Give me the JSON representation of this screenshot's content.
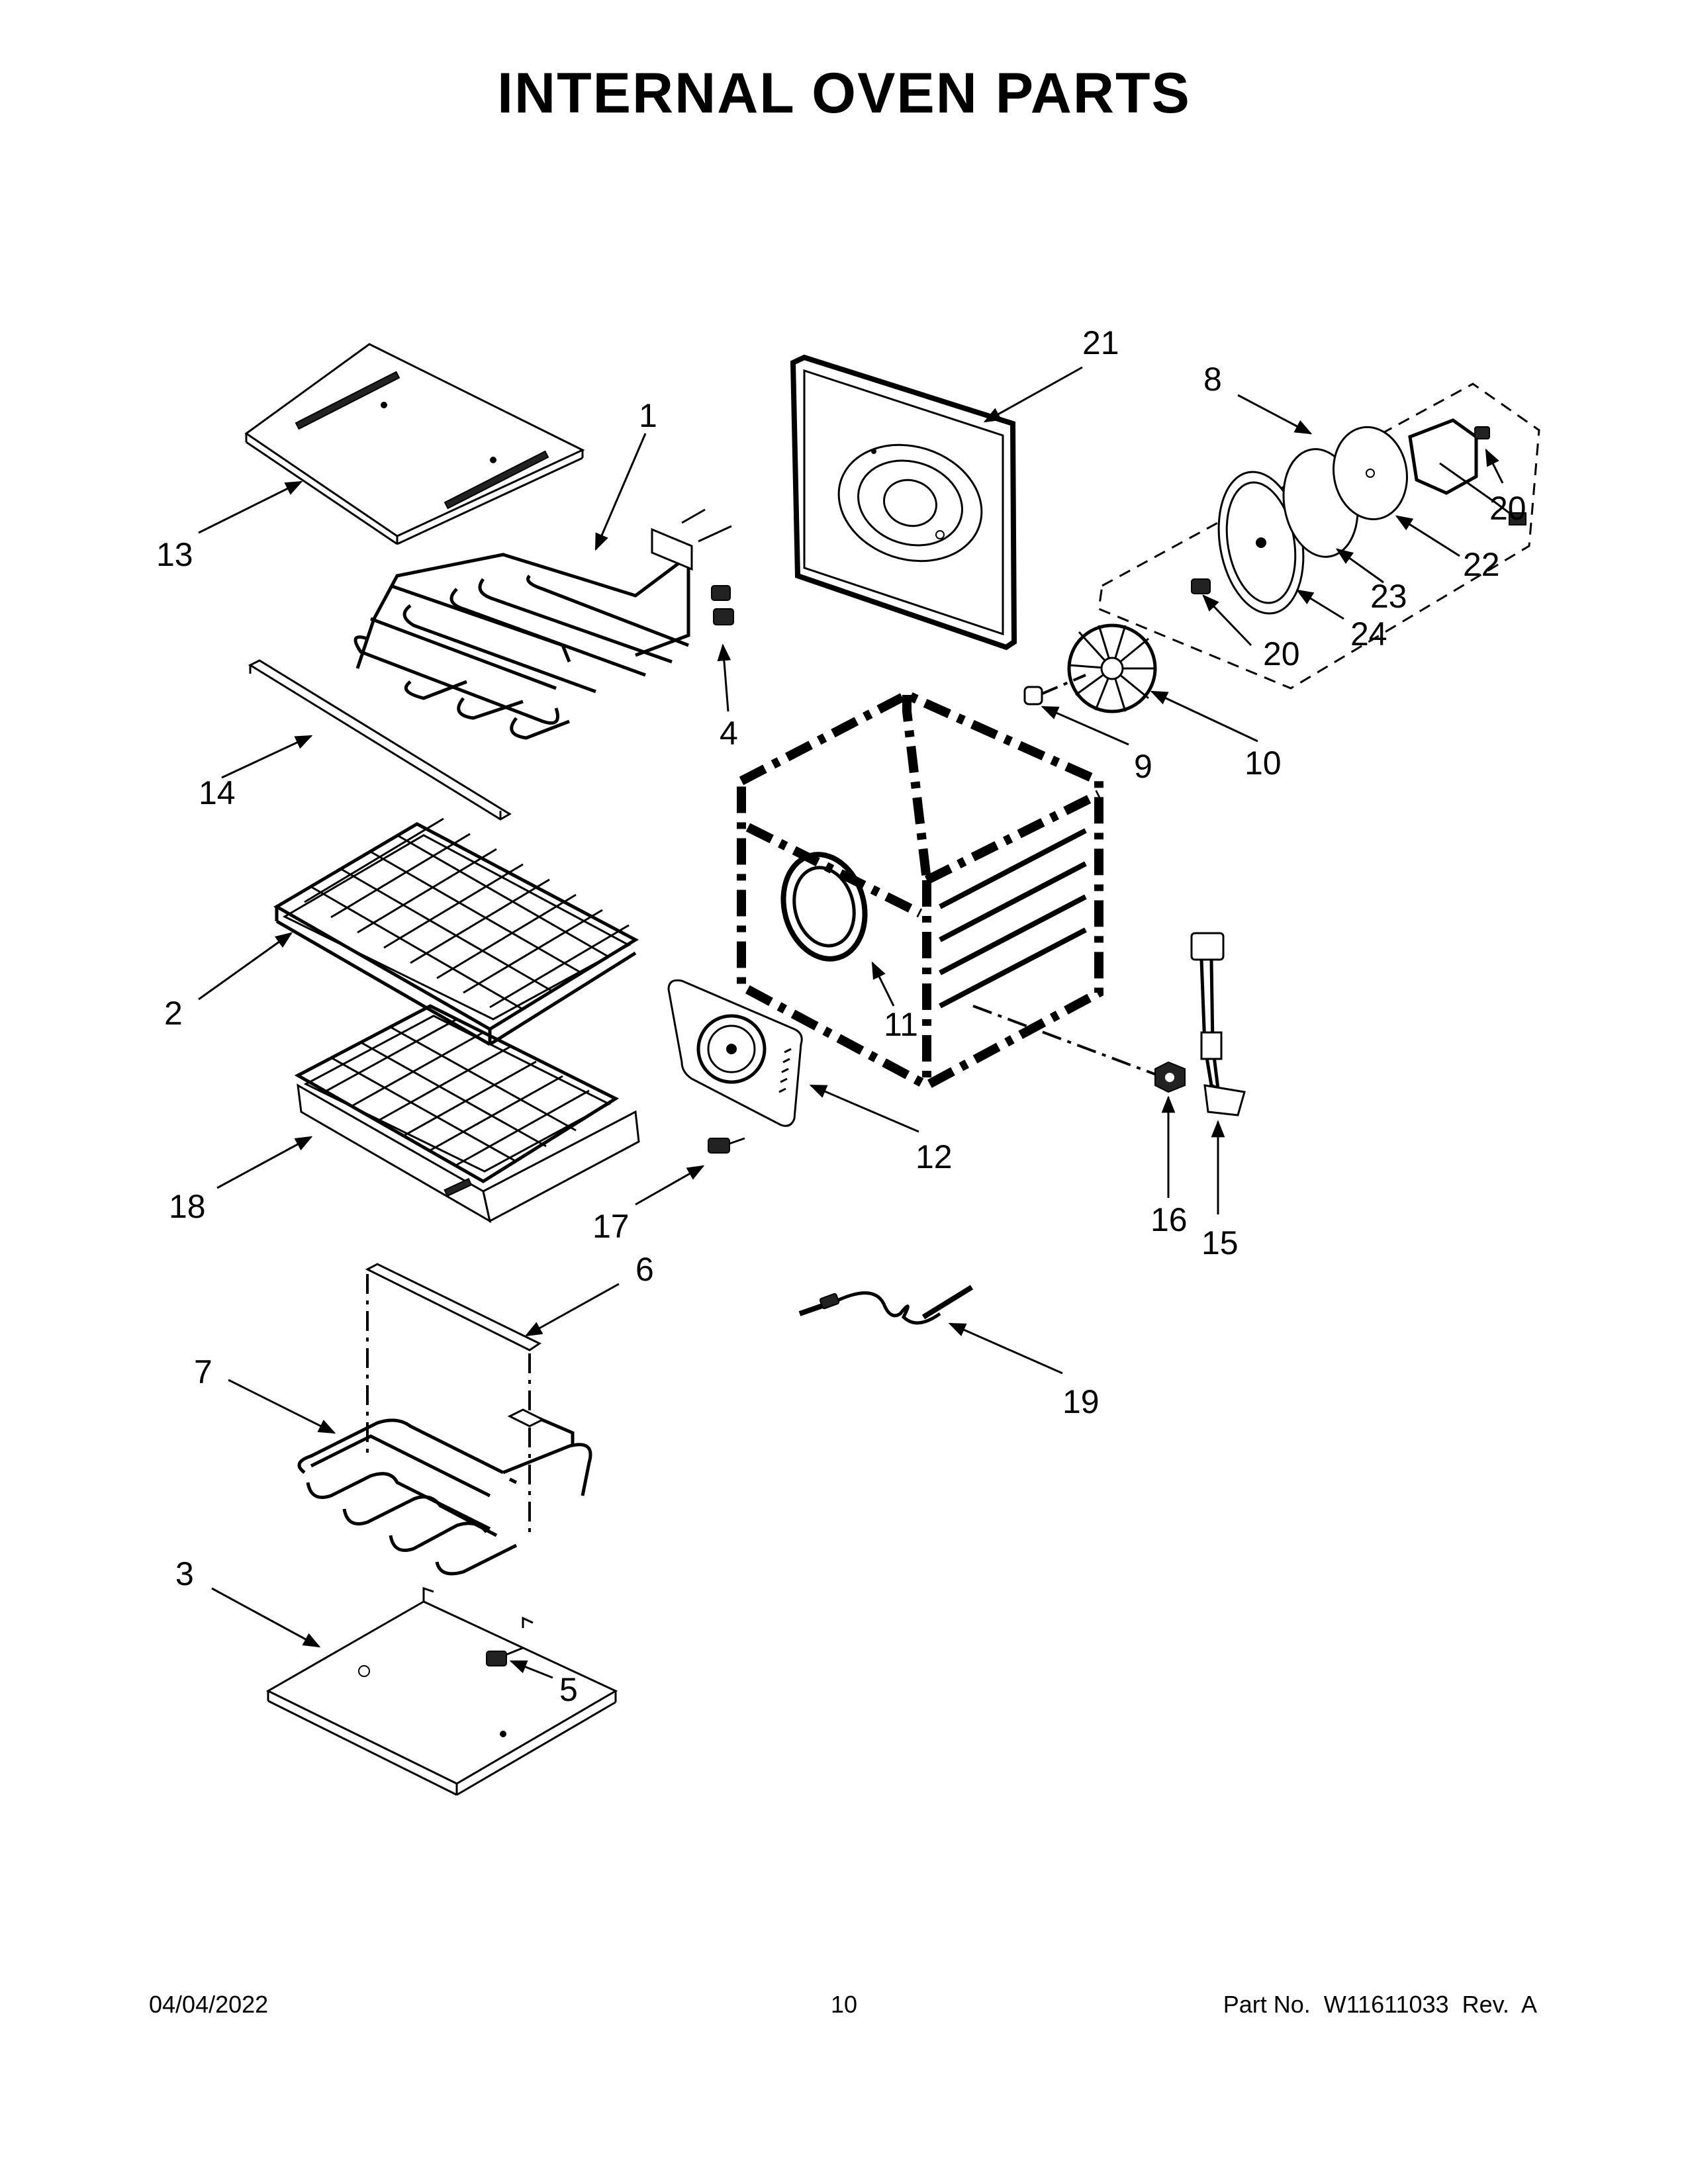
{
  "title": "INTERNAL OVEN PARTS",
  "footer": {
    "date": "04/04/2022",
    "page": "10",
    "part_no": "Part No.  W11611033  Rev.  A"
  },
  "callouts": {
    "c1": "1",
    "c2": "2",
    "c3": "3",
    "c4": "4",
    "c5": "5",
    "c6": "6",
    "c7": "7",
    "c8": "8",
    "c9": "9",
    "c10": "10",
    "c11": "11",
    "c12": "12",
    "c13": "13",
    "c14": "14",
    "c15": "15",
    "c16": "16",
    "c17": "17",
    "c18": "18",
    "c19": "19",
    "c20a": "20",
    "c20b": "20",
    "c21": "21",
    "c22": "22",
    "c23": "23",
    "c24": "24"
  }
}
